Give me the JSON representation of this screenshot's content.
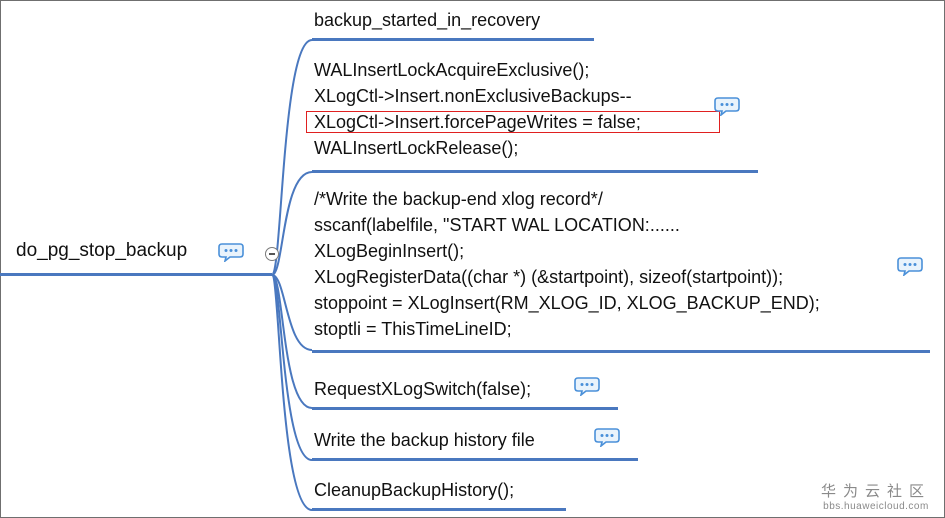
{
  "root": {
    "label": "do_pg_stop_backup"
  },
  "branches": [
    {
      "lines": [
        "backup_started_in_recovery"
      ]
    },
    {
      "lines": [
        "WALInsertLockAcquireExclusive();",
        "XLogCtl->Insert.nonExclusiveBackups--",
        "XLogCtl->Insert.forcePageWrites = false;",
        "WALInsertLockRelease();"
      ]
    },
    {
      "lines": [
        "/*Write the backup-end xlog record*/",
        "sscanf(labelfile, \"START WAL LOCATION:......",
        "XLogBeginInsert();",
        "XLogRegisterData((char *) (&startpoint), sizeof(startpoint));",
        "stoppoint = XLogInsert(RM_XLOG_ID, XLOG_BACKUP_END);",
        "stoptli = ThisTimeLineID;"
      ]
    },
    {
      "lines": [
        "RequestXLogSwitch(false);"
      ]
    },
    {
      "lines": [
        "Write the backup history file"
      ]
    },
    {
      "lines": [
        "CleanupBackupHistory();"
      ]
    }
  ],
  "highlighted_line": "XLogCtl->Insert.forcePageWrites = false;",
  "icons": {
    "comment": "comment-icon",
    "collapse": "collapse-toggle-icon"
  },
  "colors": {
    "line": "#4a78bf",
    "highlight": "#e02020",
    "comment_icon": "#4a90d9"
  },
  "watermark": {
    "cn": "华为云社区",
    "url": "bbs.huaweicloud.com"
  }
}
